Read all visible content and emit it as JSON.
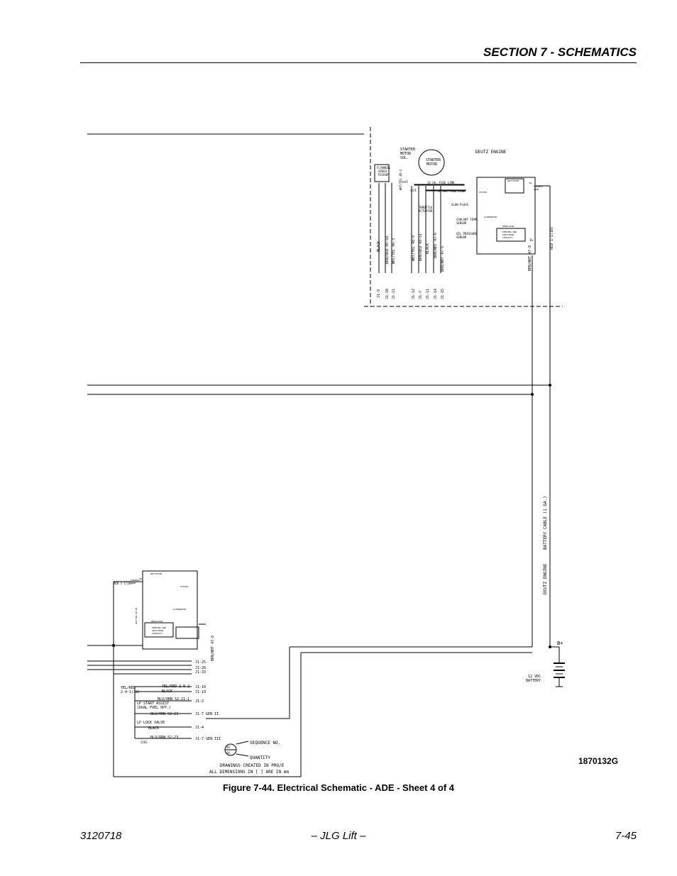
{
  "header": {
    "section_title": "SECTION 7 - SCHEMATICS"
  },
  "schematic": {
    "engine": {
      "title": "DEUTZ ENGINE",
      "starter_motor_sol": [
        "STARTER",
        "MOTOR",
        "SOL."
      ],
      "starter_motor": [
        "STARTER",
        "MOTOR"
      ],
      "flywheel_speed_pickup": [
        "FLYWHEEL",
        "SPEED",
        "PICKUP"
      ],
      "sol_1": "sol",
      "sol_2": "sol",
      "fuse_link_1": "14 GA. FUSE LINK",
      "fuse_link_2": "14 GA. FUSE LINK",
      "glow_plugs": "GLOW PLUGS",
      "throttle_actuator": [
        "THROTTLE",
        "ACTUATOR"
      ],
      "coolant_temp_sensor": [
        "COOLANT TEMP.",
        "SENSOR"
      ],
      "oil_pressure_sensor": [
        "OIL PRESSURE",
        "SENSOR"
      ],
      "rectifier": "RECTIFIER",
      "stator": "STATOR",
      "alternator": "ALTERNATOR",
      "regulator": "REGULATOR",
      "sensing_circuits": [
        "SENSING AND",
        "SWITCHING",
        "CIRCUITS"
      ],
      "fusible_link": [
        "B+",
        "FUSIBLE",
        "LINK"
      ],
      "b_plus": "B+",
      "wire_labels": [
        "BLACK",
        "BRN/RED 49-58",
        "WHT/YEL 48-3",
        "WHT/YEL 48-9",
        "BRN/RED 49-51",
        "BLACK",
        "BRN/WHT 47-6",
        "BRN/WHT 47-5",
        "BRN/WHT 47-8",
        "RED 1-1(10)"
      ],
      "connector_labels": [
        "J1-9",
        "J1-10",
        "J1-11",
        "J1-12",
        "J1-7",
        "J1-11",
        "J1-14",
        "J1-15"
      ],
      "small_marks": [
        "WHT/YEL 48-3"
      ]
    },
    "right_side": {
      "battery_cable": "BATTERY CABLE (1 GA.)",
      "deutz_engine": "DEUTZ ENGINE",
      "b_plus": "B+",
      "battery": [
        "12 VDC",
        "BATTERY"
      ]
    },
    "lower_left": {
      "red_wire": "RED 1-1(10)",
      "fusible_link": [
        "FUSIBLE",
        "LINK"
      ],
      "b_plus": "B+",
      "rectifier": "RECTIFIER",
      "stator": "STATOR",
      "alternator": "ALTERNATOR",
      "wht_yel": "WHT/YEL 48-88",
      "regulator": "REGULATOR",
      "sensing_circuits": [
        "SENSING AND",
        "SWITCHING",
        "CIRCUITS"
      ],
      "brn_wht": "BRN/WHT 47-8",
      "j_labels_top": [
        "J1-25",
        "J1-26",
        "J1-33"
      ],
      "yel_red_in": [
        "YEL/RED",
        "2-4-1(12)"
      ],
      "yel_red_out": "YEL/RED 2-6-2",
      "black_1": "BLACK",
      "j1_10": "J1-10",
      "j1_19": "J1-19",
      "blu_orn_1": "BLU/ORN 52-21-1",
      "j1_2": "J1-2",
      "lp_start_assist": [
        "LP START ASSIST",
        "(DUAL FUEL OPT.)"
      ],
      "blu_orn_2": "BLU/ORN 52-23",
      "j1_7_gen2": "J1-7 GEN II",
      "lp_lock_valve": "LP LOCK VALVE",
      "black_2": "BLACK",
      "j1_4": "J1-4",
      "blu_orn_3": "BLU/ORN 52-23",
      "j1_7_gen3": "J1-7 GEN III",
      "code": "2262",
      "legend_xx": "XX",
      "sequence_no": "SEQUENCE NO.",
      "quantity": "QUANTITY",
      "drawings_note": [
        "DRAWINGS CREATED IN PRO/E",
        "ALL DIMENSIONS IN [ ] ARE IN mm"
      ]
    }
  },
  "figure_number": "1870132G",
  "caption": "Figure 7-44.  Electrical Schematic - ADE - Sheet 4 of 4",
  "footer": {
    "left": "3120718",
    "center": "– JLG Lift –",
    "right": "7-45"
  }
}
